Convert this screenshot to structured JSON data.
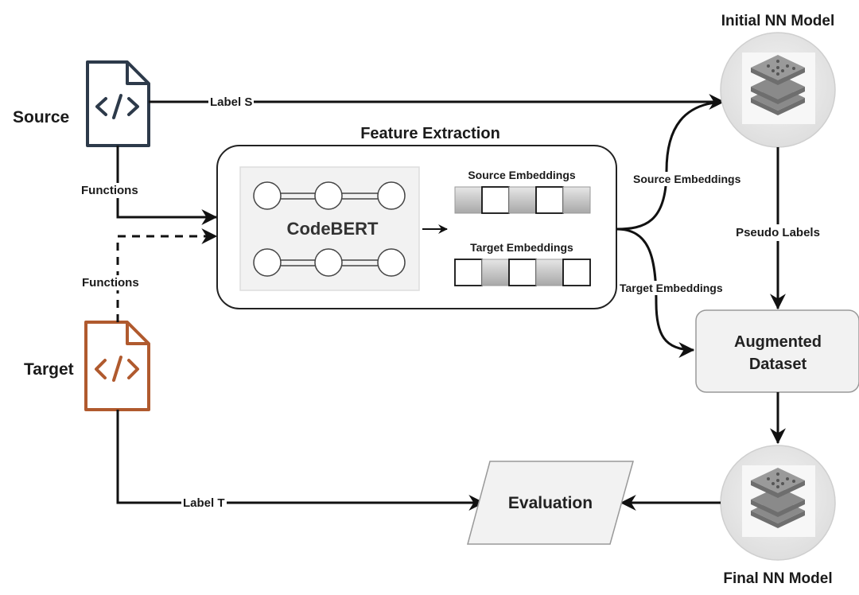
{
  "diagram": {
    "type": "flowchart",
    "colors": {
      "source_icon": "#2d3a4a",
      "target_icon": "#b05a2e",
      "panel_fill": "#f2f2f2",
      "line": "#111111"
    },
    "nodes": {
      "source": {
        "label": "Source",
        "icon": "code-file-icon"
      },
      "target": {
        "label": "Target",
        "icon": "code-file-icon"
      },
      "feature_extraction": {
        "title": "Feature Extraction",
        "model": "CodeBERT",
        "source_embeddings": "Source Embeddings",
        "target_embeddings": "Target Embeddings",
        "source_embedding_cells": [
          "filled",
          "empty",
          "filled",
          "empty",
          "filled"
        ],
        "target_embedding_cells": [
          "empty",
          "filled",
          "empty",
          "filled",
          "empty"
        ]
      },
      "initial_model": {
        "label": "Initial NN Model",
        "icon": "neural-layers-icon"
      },
      "augmented_dataset": {
        "line1": "Augmented",
        "line2": "Dataset"
      },
      "final_model": {
        "label": "Final NN Model",
        "icon": "neural-layers-icon"
      },
      "evaluation": {
        "label": "Evaluation"
      }
    },
    "edges": {
      "label_s": "Label S",
      "label_t": "Label T",
      "source_functions": "Functions",
      "target_functions": "Functions",
      "source_embeddings": "Source Embeddings",
      "target_embeddings": "Target Embeddings",
      "pseudo_labels": "Pseudo Labels"
    }
  }
}
